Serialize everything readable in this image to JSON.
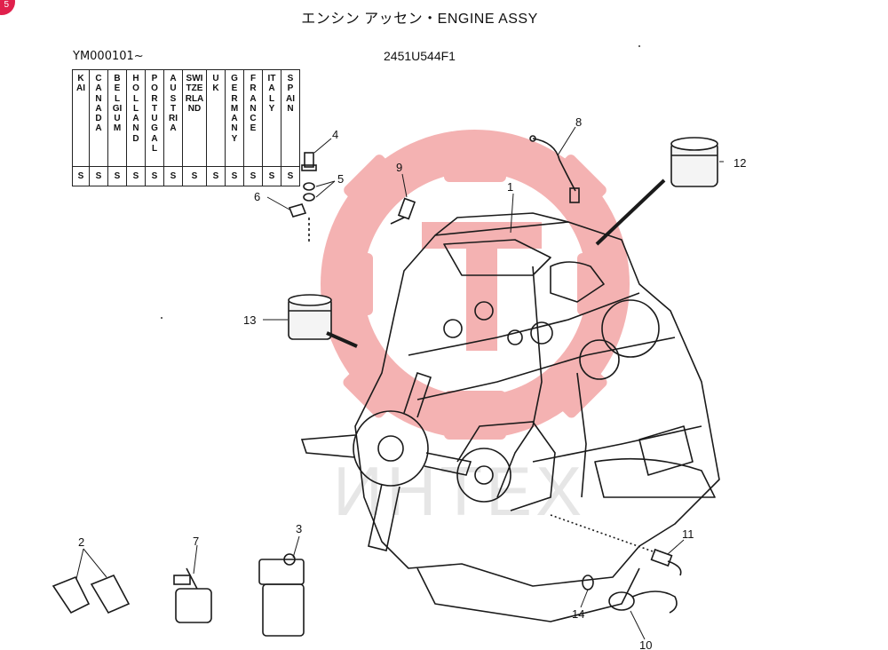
{
  "badge": "5",
  "title": "エンシン アッセン・ENGINE ASSY",
  "serial": "YM000101~",
  "drawing_number": "2451U544F1",
  "watermark": {
    "text": "ИНТЕХ",
    "color": "#f3a5a5"
  },
  "country_table": {
    "countries": [
      "KAI",
      "CANADA",
      "BELGIUM",
      "HOLLAND",
      "PORTUGAL",
      "AUSTRIA",
      "SWITZERLAND",
      "UK",
      "GERMANY",
      "FRANCE",
      "ITALY",
      "SPAIN"
    ],
    "codes": [
      "S",
      "S",
      "S",
      "S",
      "S",
      "S",
      "S",
      "S",
      "S",
      "S",
      "S",
      "S"
    ]
  },
  "callouts": [
    "1",
    "2",
    "3",
    "4",
    "5",
    "6",
    "7",
    "8",
    "9",
    "10",
    "11",
    "12",
    "13",
    "14"
  ],
  "colors": {
    "line": "#1a1a1a",
    "watermark": "#f3a5a5",
    "badge": "#e0204c"
  }
}
